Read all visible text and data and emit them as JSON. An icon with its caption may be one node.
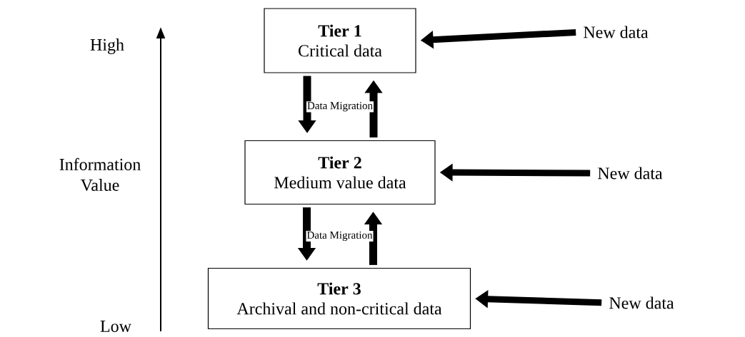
{
  "diagram": {
    "nodes": [
      {
        "text": [
          "Tier 1",
          "Critical data"
        ]
      },
      {
        "text": [
          "Tier 2",
          "Medium value data"
        ]
      },
      {
        "text": [
          "Tier 3",
          "Archival and non-critical data"
        ]
      },
      {
        "text": [
          "New data"
        ]
      },
      {
        "text": [
          "New data"
        ]
      },
      {
        "text": [
          "New data"
        ]
      }
    ],
    "edges": [
      {
        "from": 3,
        "to": 0,
        "arrow": "to"
      },
      {
        "from": 0,
        "to": 1,
        "arrow": "to",
        "label": "Data Migration"
      },
      {
        "from": 1,
        "to": 0,
        "arrow": "to"
      },
      {
        "from": 4,
        "to": 1,
        "arrow": "to"
      },
      {
        "from": 1,
        "to": 2,
        "arrow": "to",
        "label": "Data Migration"
      },
      {
        "from": 2,
        "to": 1,
        "arrow": "to"
      },
      {
        "from": 5,
        "to": 2,
        "arrow": "to"
      }
    ],
    "labels": [
      "High",
      "Information Value",
      "Low"
    ]
  }
}
